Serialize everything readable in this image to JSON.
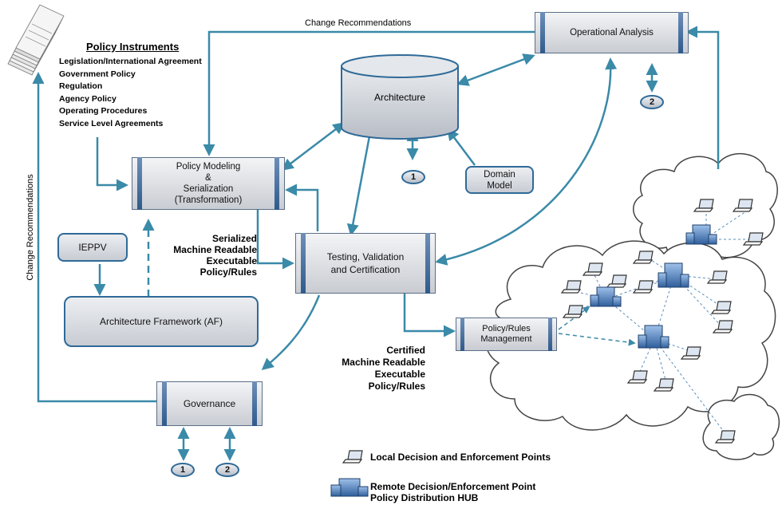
{
  "top_label": "Change Recommendations",
  "side_label": "Change Recommendations",
  "policy_instruments": {
    "heading": "Policy Instruments",
    "items": [
      "Legislation/International Agreement",
      "Government Policy",
      "Regulation",
      "Agency Policy",
      "Operating Procedures",
      "Service Level Agreements"
    ]
  },
  "nodes": {
    "operational_analysis": "Operational Analysis",
    "architecture": "Architecture",
    "policy_modeling": [
      "Policy Modeling",
      "&",
      "Serialization",
      "(Transformation)"
    ],
    "domain_model": [
      "Domain",
      "Model"
    ],
    "ieppv": "IEPPV",
    "architecture_framework": "Architecture Framework (AF)",
    "testing": [
      "Testing, Validation",
      "and Certification"
    ],
    "policy_rules_mgmt": [
      "Policy/Rules",
      "Management"
    ],
    "governance": "Governance"
  },
  "markers": {
    "one": "1",
    "two": "2"
  },
  "serialized_text": [
    "Serialized",
    "Machine Readable",
    "Executable",
    "Policy/Rules"
  ],
  "certified_text": [
    "Certified",
    "Machine Readable",
    "Executable",
    "Policy/Rules"
  ],
  "legend": {
    "laptop_label": "Local Decision and Enforcement Points",
    "hub_label_1": "Remote Decision/Enforcement Point",
    "hub_label_2": "Policy Distribution HUB"
  },
  "colors": {
    "arrow": "#3a8aa8",
    "border": "#2f6a98",
    "cloud": "#ffffff"
  }
}
